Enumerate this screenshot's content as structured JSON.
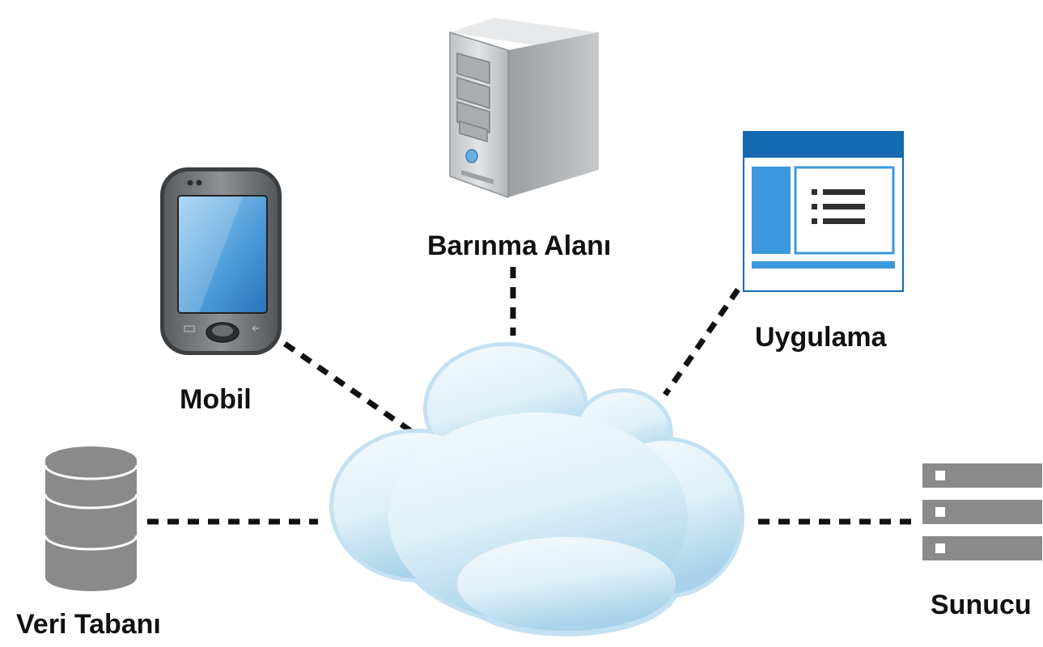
{
  "nodes": {
    "hosting": {
      "label": "Barınma Alanı",
      "icon": "server-tower-icon"
    },
    "mobile": {
      "label": "Mobil",
      "icon": "smartphone-icon"
    },
    "app": {
      "label": "Uygulama",
      "icon": "application-window-icon"
    },
    "database": {
      "label": "Veri Tabanı",
      "icon": "database-icon"
    },
    "server": {
      "label": "Sunucu",
      "icon": "server-rack-icon"
    },
    "cloud": {
      "icon": "cloud-icon"
    }
  },
  "colors": {
    "connector": "#111111",
    "cloud_light": "#eaf5fb",
    "cloud_dark": "#a9d3ea",
    "window_blue": "#1569b0",
    "window_panel": "#3a99dc",
    "gray_icon": "#8a8a8a"
  }
}
